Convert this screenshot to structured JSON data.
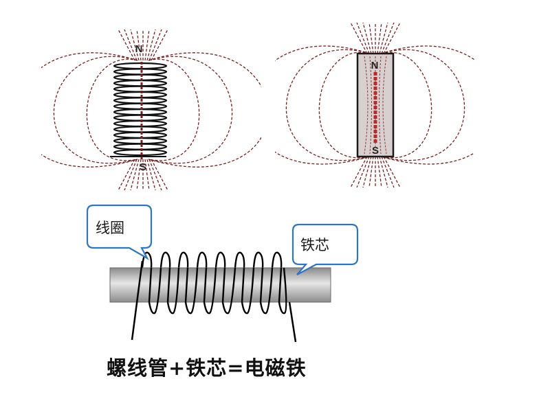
{
  "figures": {
    "solenoid": {
      "north_label": "N",
      "south_label": "S",
      "field_color": "#7a1f1f",
      "coil_color": "#111111"
    },
    "bar_magnet": {
      "north_label": "N",
      "south_label": "S",
      "field_color": "#7a1f1f",
      "core_color": "#b52a2a"
    }
  },
  "diagram": {
    "coil_callout": "线圈",
    "core_callout": "铁芯",
    "callout_border_color": "#2e75c6"
  },
  "formula": "螺线管+铁芯=电磁铁"
}
